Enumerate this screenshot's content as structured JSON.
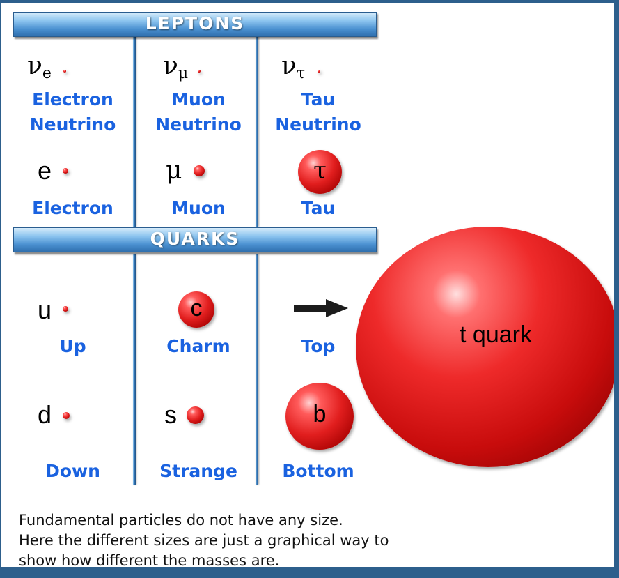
{
  "headers": {
    "leptons": "LEPTONS",
    "quarks": "QUARKS"
  },
  "leptons": {
    "neutrinos": [
      {
        "symbol": "ν",
        "subscript": "e",
        "name_line1": "Electron",
        "name_line2": "Neutrino"
      },
      {
        "symbol": "ν",
        "subscript": "μ",
        "name_line1": "Muon",
        "name_line2": "Neutrino"
      },
      {
        "symbol": "ν",
        "subscript": "τ",
        "name_line1": "Tau",
        "name_line2": "Neutrino"
      }
    ],
    "charged": [
      {
        "symbol": "e",
        "name": "Electron"
      },
      {
        "symbol": "μ",
        "name": "Muon"
      },
      {
        "symbol": "τ",
        "name": "Tau"
      }
    ]
  },
  "quarks": {
    "up": {
      "symbol": "u",
      "name": "Up"
    },
    "charm": {
      "symbol": "c",
      "name": "Charm"
    },
    "top": {
      "name": "Top",
      "ball_label": "t quark"
    },
    "down": {
      "symbol": "d",
      "name": "Down"
    },
    "strange": {
      "symbol": "s",
      "name": "Strange"
    },
    "bottom": {
      "symbol": "b",
      "name": "Bottom"
    }
  },
  "note": {
    "line1": "Fundamental particles do not have any size.",
    "line2": "Here the different sizes are just a graphical way to",
    "line3": "show how different the masses are."
  },
  "colors": {
    "frame": "#2d5f8c",
    "label_blue": "#1a62e0",
    "particle_red": "#e11e1e"
  }
}
